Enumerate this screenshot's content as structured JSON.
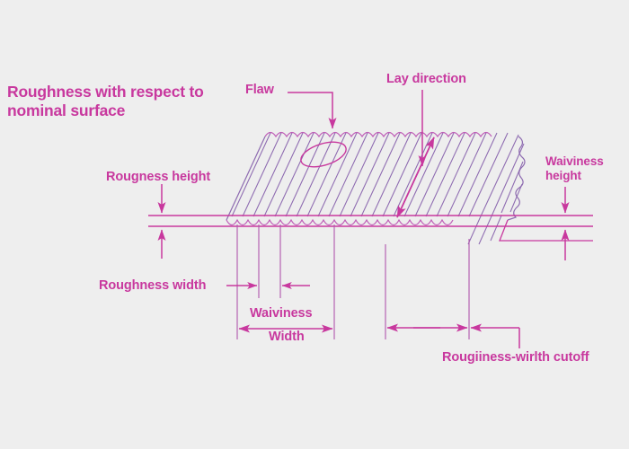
{
  "figure": {
    "background_color": "#eeeeee",
    "ink_color": "#c8389e",
    "line_color": "#b45cb0",
    "title": "Roughness with respect to nominal surface"
  },
  "labels": {
    "title": "Roughness with respect to nominal surface",
    "flaw": "Flaw",
    "lay_direction": "Lay direction",
    "roughness_height": "Rougness height",
    "waviness_height_line1": "Waiviness",
    "waviness_height_line2": "height",
    "roughness_width": "Roughness width",
    "waviness_width_line1": "Waiviness",
    "waviness_width_line2": "Width",
    "roughness_width_cutoff": "Rougiiness-wirlth cutoff"
  },
  "elements": {
    "surface_name": "corrugated-machined-surface",
    "lay_lines_count": 21,
    "flaw_marker": "ellipse",
    "broken_edge": "right-jagged-edge"
  }
}
